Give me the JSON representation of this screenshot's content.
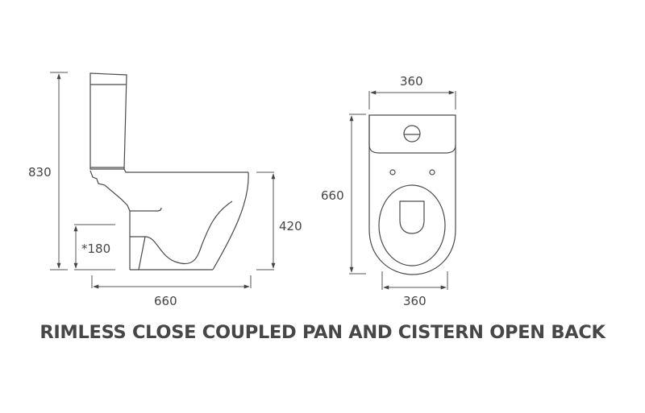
{
  "title": "RIMLESS CLOSE COUPLED PAN AND CISTERN OPEN BACK",
  "side_view": {
    "overall_height_label": "830",
    "waste_height_label": "*180",
    "pan_height_label": "420",
    "projection_label": "660"
  },
  "top_view": {
    "cistern_width_label": "360",
    "length_label": "660",
    "pan_width_label": "360"
  },
  "colors": {
    "line": "#4a4a4a",
    "text": "#444444",
    "title": "#474749",
    "background": "#ffffff"
  }
}
